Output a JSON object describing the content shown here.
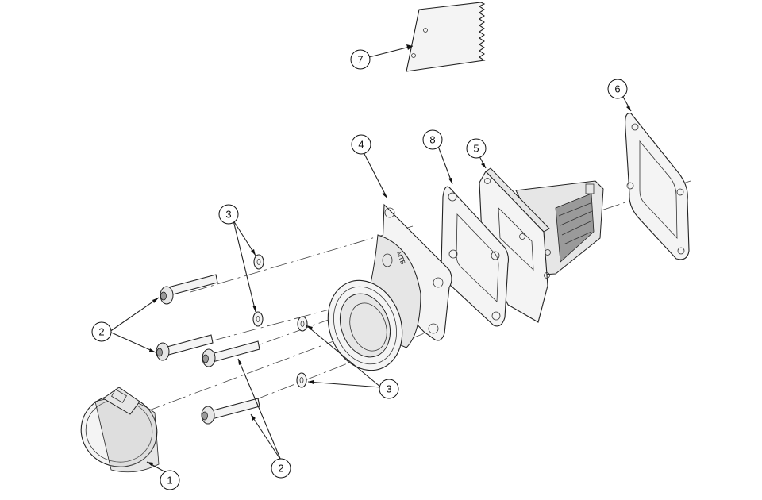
{
  "diagram": {
    "callouts": [
      {
        "id": "c1",
        "label": "1"
      },
      {
        "id": "c2a",
        "label": "2"
      },
      {
        "id": "c2b",
        "label": "2"
      },
      {
        "id": "c3a",
        "label": "3"
      },
      {
        "id": "c3b",
        "label": "3"
      },
      {
        "id": "c4",
        "label": "4"
      },
      {
        "id": "c5",
        "label": "5"
      },
      {
        "id": "c6",
        "label": "6"
      },
      {
        "id": "c7",
        "label": "7"
      },
      {
        "id": "c8",
        "label": "8"
      }
    ],
    "parts": [
      {
        "name": "hose-clamp",
        "icon": "clamp-icon"
      },
      {
        "name": "socket-head-bolt",
        "icon": "bolt-icon"
      },
      {
        "name": "flat-washer",
        "icon": "washer-icon"
      },
      {
        "name": "intake-manifold",
        "icon": "manifold-icon"
      },
      {
        "name": "reed-valve-block",
        "icon": "reed-block-icon"
      },
      {
        "name": "gasket",
        "icon": "gasket-icon"
      },
      {
        "name": "reed-petal",
        "icon": "reed-petal-icon"
      },
      {
        "name": "spacer-gasket",
        "icon": "gasket-icon"
      }
    ],
    "manifold_marking": "MTB"
  }
}
